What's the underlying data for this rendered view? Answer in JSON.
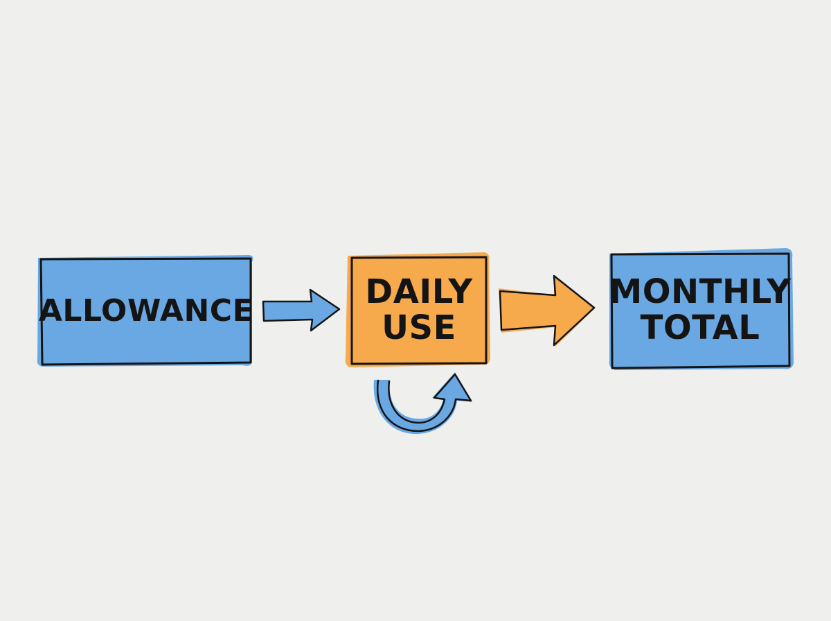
{
  "diagram": {
    "nodes": [
      {
        "id": "allowance",
        "lines": [
          "ALLOWANCE"
        ],
        "color": "#6aa8e4"
      },
      {
        "id": "daily_use",
        "lines": [
          "DAILY",
          "USE"
        ],
        "color": "#f7aa4c"
      },
      {
        "id": "monthly_total",
        "lines": [
          "MONTHLY",
          "TOTAL"
        ],
        "color": "#6aa8e4"
      }
    ],
    "edges": [
      {
        "from": "allowance",
        "to": "daily_use",
        "color": "#6aa8e4"
      },
      {
        "from": "daily_use",
        "to": "monthly_total",
        "color": "#f7aa4c"
      },
      {
        "from": "daily_use",
        "to": "daily_use",
        "kind": "loop",
        "color": "#6aa8e4"
      }
    ],
    "colors": {
      "outline": "#141414",
      "background": "#efefee",
      "blue": "#6aa8e4",
      "orange": "#f7aa4c"
    }
  }
}
